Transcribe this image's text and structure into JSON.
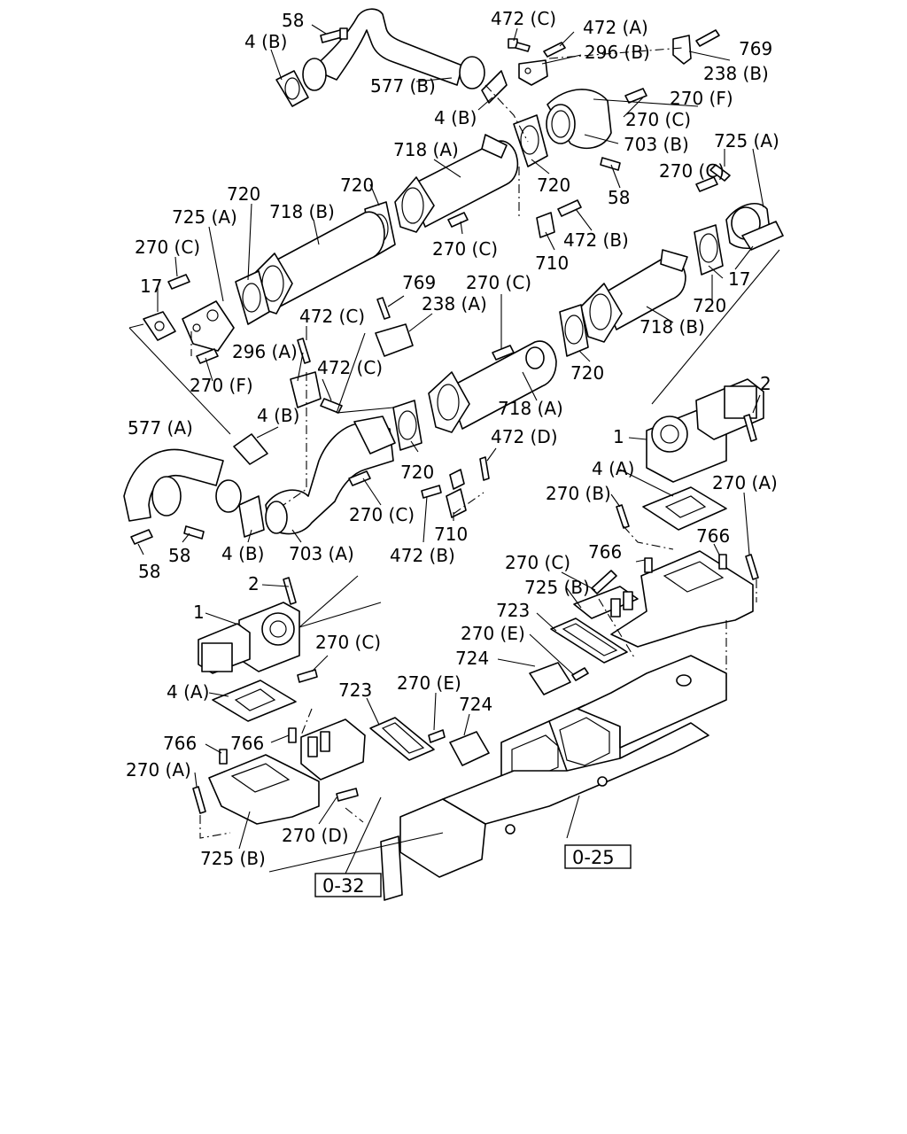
{
  "labels": {
    "l58": "58",
    "l4b": "4 (B)",
    "l577b": "577 (B)",
    "l472c": "472 (C)",
    "l472a": "472 (A)",
    "l296b": "296 (B)",
    "l769": "769",
    "l238b": "238 (B)",
    "l270f": "270 (F)",
    "l270c": "270 (C)",
    "l725a": "725 (A)",
    "l703b": "703 (B)",
    "l718a": "718 (A)",
    "l718b": "718 (B)",
    "l720": "720",
    "l710": "710",
    "l472b": "472 (B)",
    "l17": "17",
    "l238a": "238 (A)",
    "l296a": "296 (A)",
    "l577a": "577 (A)",
    "l703a": "703 (A)",
    "l472d": "472 (D)",
    "l1": "1",
    "l2": "2",
    "l4a": "4 (A)",
    "l270b": "270 (B)",
    "l270a": "270 (A)",
    "l766": "766",
    "l725b": "725 (B)",
    "l723": "723",
    "l270e": "270 (E)",
    "l724": "724",
    "l270d": "270 (D)"
  },
  "refs": {
    "ref025": "0-25",
    "ref032": "0-32"
  }
}
